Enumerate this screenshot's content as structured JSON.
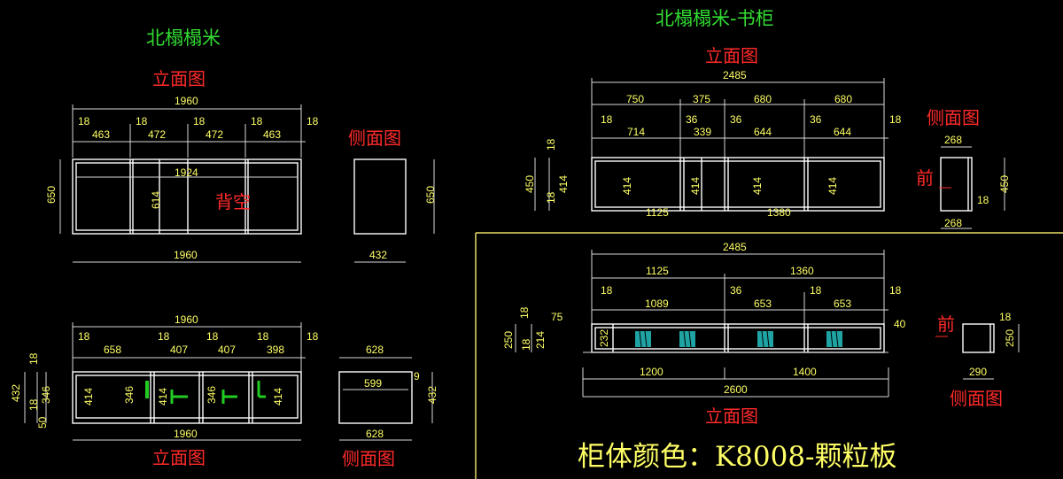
{
  "colors": {
    "background": "#000000",
    "lines": "#ffffff",
    "dimensions": "#ffff66",
    "label_red": "#ff2a2a",
    "title_green": "#33dd33",
    "frame": "#e6dc64",
    "teal": "#1fa3a3"
  },
  "left": {
    "title": "北榻榻米",
    "upper": {
      "view_label": "立面图",
      "side_label": "侧面图",
      "overall_top": "1960",
      "thickness": [
        "18",
        "18",
        "18",
        "18",
        "18"
      ],
      "openings": [
        "463",
        "472",
        "472",
        "463"
      ],
      "inner": "1924",
      "height": "650",
      "mid_height": "614",
      "back_note": "背空",
      "overall_bottom": "1960",
      "side_height": "650",
      "side_depth": "432"
    },
    "lower": {
      "view_label": "立面图",
      "side_label": "侧面图",
      "overall_top": "1960",
      "thickness": [
        "18",
        "18",
        "18",
        "18",
        "18"
      ],
      "openings": [
        "658",
        "407",
        "407",
        "398"
      ],
      "heights": [
        "432",
        "18",
        "346",
        "18",
        "50"
      ],
      "inner_heights": [
        "414",
        "346",
        "414",
        "346",
        "414"
      ],
      "overall_bottom": "1960",
      "side_top": "628",
      "side_inner": "599",
      "side_thick": "9",
      "side_height": "432",
      "side_bottom": "628"
    }
  },
  "right": {
    "title": "北榻榻米-书柜",
    "upper": {
      "view_label": "立面图",
      "side_label": "侧面图",
      "overall": "2485",
      "sections": [
        "750",
        "375",
        "680",
        "680"
      ],
      "thickness": [
        "18",
        "36",
        "36",
        "36",
        "18"
      ],
      "openings": [
        "714",
        "339",
        "644",
        "644"
      ],
      "heights": [
        "18",
        "450",
        "414",
        "18"
      ],
      "inner_heights": [
        "414",
        "414",
        "414",
        "414"
      ],
      "bottom": [
        "1125",
        "1380"
      ],
      "front_label": "前",
      "side_top": "268",
      "side_height": "450",
      "side_thick": "18",
      "side_bottom": "268"
    },
    "lower": {
      "view_label": "立面图",
      "side_label": "侧面图",
      "overall": "2485",
      "sections": [
        "1125",
        "1360"
      ],
      "thickness": [
        "18",
        "36",
        "18",
        "18"
      ],
      "openings": [
        "1089",
        "653",
        "653"
      ],
      "left_dims": [
        "18",
        "75",
        "250",
        "18",
        "214",
        "232"
      ],
      "right_dim": "40",
      "bottom_sections": [
        "1200",
        "1400"
      ],
      "bottom_overall": "2600",
      "front_label": "前",
      "side_thick": "18",
      "side_height": "250",
      "side_depth": "290"
    },
    "material_note": "柜体颜色：K8008-颗粒板"
  }
}
